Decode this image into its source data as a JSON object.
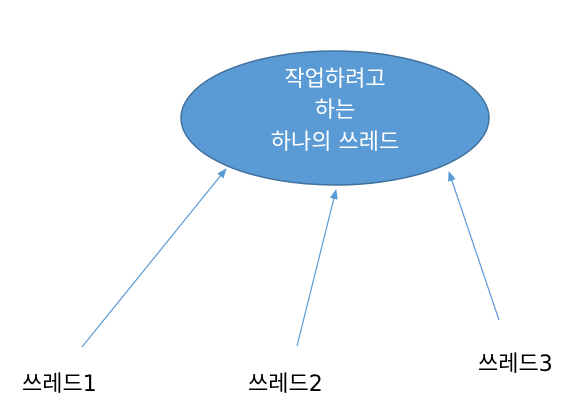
{
  "shared_object": {
    "lines": [
      "작업하려고",
      "하는",
      "하나의 쓰레드"
    ],
    "fill_color": "#5B9BD5",
    "stroke_color": "#41719C",
    "text_color": "#FFFFFF"
  },
  "threads": [
    {
      "label": "쓰레드1"
    },
    {
      "label": "쓰레드2"
    },
    {
      "label": "쓰레드3"
    }
  ],
  "arrow_color": "#5B9BD5"
}
